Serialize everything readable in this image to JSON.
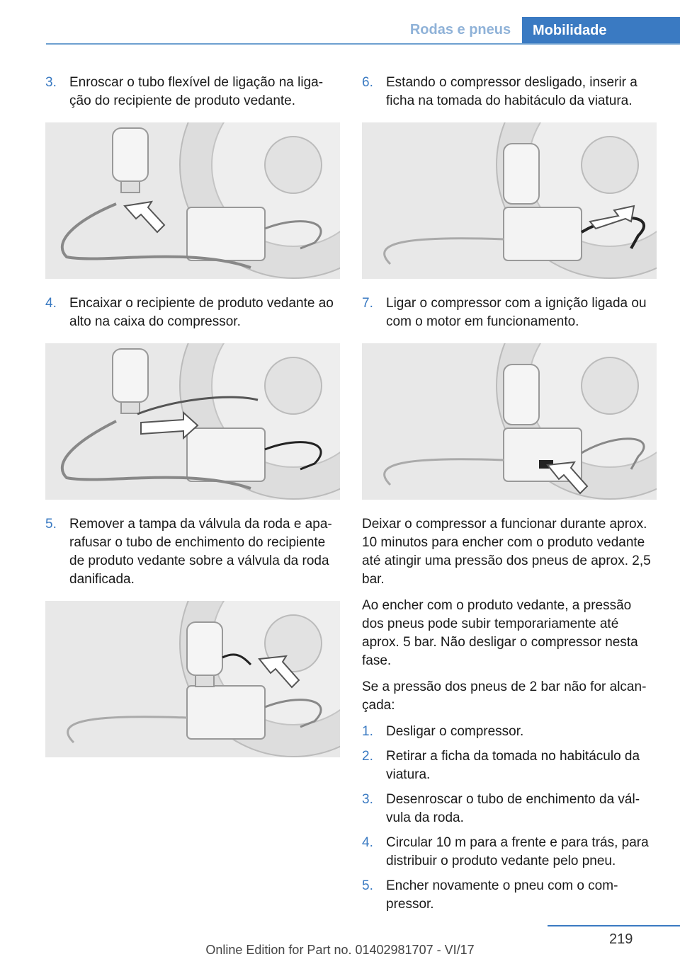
{
  "header": {
    "section": "Rodas e pneus",
    "chapter": "Mobilidade"
  },
  "left_steps": [
    {
      "num": "3.",
      "text": "Enroscar o tubo flexível de ligação na liga­ção do recipiente de produto vedante."
    },
    {
      "num": "4.",
      "text": "Encaixar o recipiente de produto vedante ao alto na caixa do compressor."
    },
    {
      "num": "5.",
      "text": "Remover a tampa da válvula da roda e apa­rafusar o tubo de enchimento do recipiente de produto vedante sobre a válvula da roda danificada."
    }
  ],
  "right_steps": [
    {
      "num": "6.",
      "text": "Estando o compressor desligado, inserir a ficha na tomada do habitáculo da viatura."
    },
    {
      "num": "7.",
      "text": "Ligar o compressor com a ignição ligada ou com o motor em funcionamento."
    }
  ],
  "paragraphs": [
    "Deixar o compressor a funcionar durante aprox. 10 minutos para encher com o produto vedante até atingir uma pressão dos pneus de aprox. 2,5 bar.",
    "Ao encher com o produto vedante, a pressão dos pneus pode subir temporariamente até aprox. 5 bar. Não desligar o compressor nesta fase.",
    "Se a pressão dos pneus de 2 bar não for alcan­çada:"
  ],
  "sub_steps": [
    {
      "num": "1.",
      "text": "Desligar o compressor."
    },
    {
      "num": "2.",
      "text": "Retirar a ficha da tomada no habitáculo da viatura."
    },
    {
      "num": "3.",
      "text": "Desenroscar o tubo de enchimento da vál­vula da roda."
    },
    {
      "num": "4.",
      "text": "Circular 10 m para a frente e para trás, para distribuir o produto vedante pelo pneu."
    },
    {
      "num": "5.",
      "text": "Encher novamente o pneu com o com­pressor."
    }
  ],
  "page_number": "219",
  "footer": "Online Edition for Part no. 01402981707 - VI/17"
}
